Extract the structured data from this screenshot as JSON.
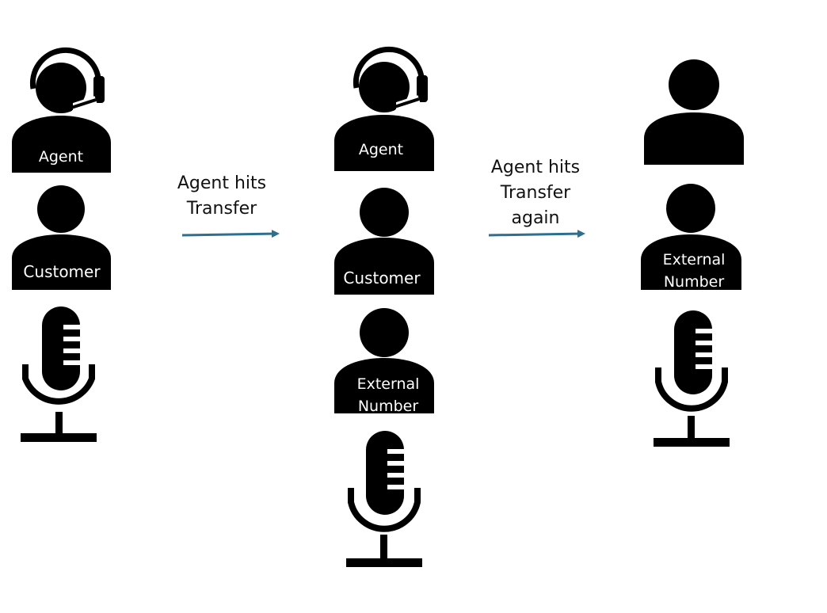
{
  "diagram": {
    "stages": [
      {
        "participants": [
          {
            "role": "agent",
            "icon": "headset-person-icon",
            "label": "Agent"
          },
          {
            "role": "customer",
            "icon": "person-icon",
            "label": "Customer"
          }
        ],
        "audio": "microphone-icon"
      },
      {
        "participants": [
          {
            "role": "agent",
            "icon": "headset-person-icon",
            "label": "Agent"
          },
          {
            "role": "customer",
            "icon": "person-icon",
            "label": "Customer"
          },
          {
            "role": "external",
            "icon": "person-icon",
            "label_lines": [
              "External",
              "Number"
            ]
          }
        ],
        "audio": "microphone-icon"
      },
      {
        "participants": [
          {
            "role": "agent-left",
            "icon": "person-icon",
            "label": ""
          },
          {
            "role": "external",
            "icon": "person-icon",
            "label_lines": [
              "External",
              "Number"
            ]
          }
        ],
        "audio": "microphone-icon"
      }
    ],
    "transitions": [
      {
        "label_lines": [
          "Agent hits",
          "Transfer"
        ],
        "arrow_color": "#2e6e8e"
      },
      {
        "label_lines": [
          "Agent hits",
          "Transfer",
          "again"
        ],
        "arrow_color": "#2e6e8e"
      }
    ],
    "colors": {
      "icon": "#000000",
      "label_text": "#ffffff",
      "arrow": "#2e6e8e"
    }
  }
}
